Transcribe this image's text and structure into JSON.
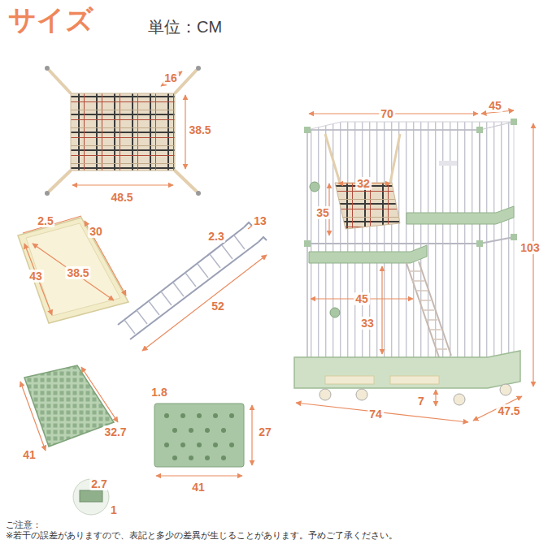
{
  "diagram": {
    "title": "サイズ",
    "labels": [
      "単位：CM",
      "16",
      "38.5",
      "48.5",
      "2.5",
      "30",
      "43",
      "38.5",
      "13",
      "2.3",
      "52",
      "41",
      "32.7",
      "2.7",
      "1",
      "1.8",
      "27",
      "41",
      "70",
      "45",
      "103",
      "32",
      "35",
      "45",
      "33",
      "74",
      "7",
      "47.5",
      "ご注意：",
      "※若干の誤差がありますので、表記と多少の差異が生じることがあります。予めご了承ください。"
    ]
  }
}
